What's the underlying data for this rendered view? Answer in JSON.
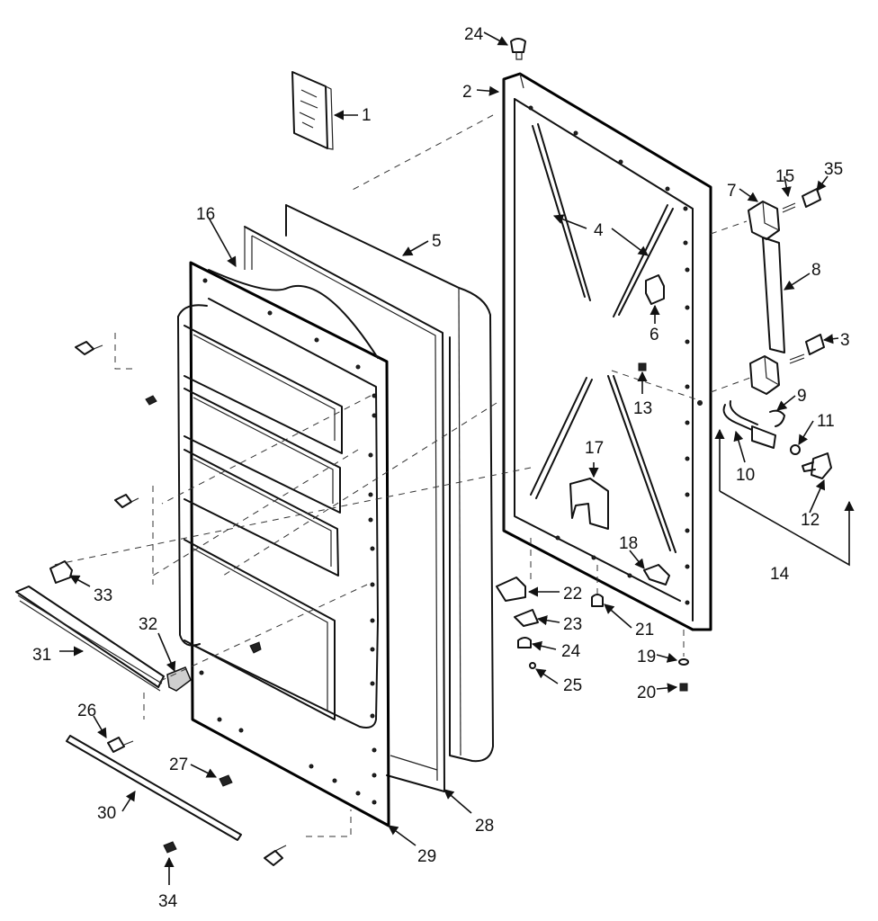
{
  "colors": {
    "ink": "#111111",
    "paper": "#ffffff"
  },
  "callouts": {
    "c1": "1",
    "c2": "2",
    "c3": "3",
    "c4": "4",
    "c5": "5",
    "c6": "6",
    "c7": "7",
    "c8": "8",
    "c9": "9",
    "c10": "10",
    "c11": "11",
    "c12": "12",
    "c13": "13",
    "c14": "14",
    "c15": "15",
    "c16": "16",
    "c17": "17",
    "c18": "18",
    "c19": "19",
    "c20": "20",
    "c21": "21",
    "c22": "22",
    "c23": "23",
    "c24a": "24",
    "c24b": "24",
    "c25": "25",
    "c26": "26",
    "c27": "27",
    "c28": "28",
    "c29": "29",
    "c30": "30",
    "c31": "31",
    "c32": "32",
    "c33": "33",
    "c34": "34",
    "c35": "35"
  }
}
